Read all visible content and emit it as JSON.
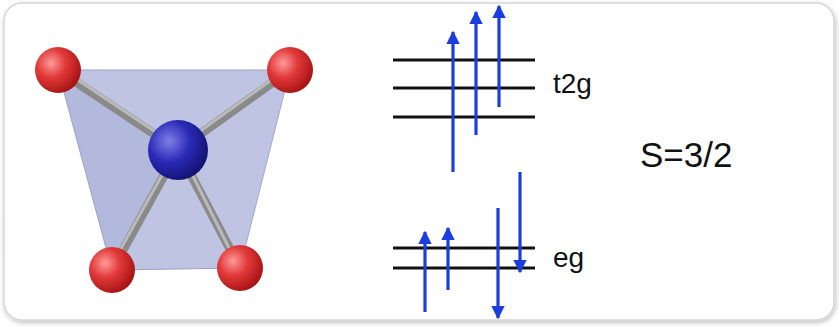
{
  "diagram": {
    "labels": [
      "t2g",
      "eg",
      "S=3/2"
    ]
  }
}
